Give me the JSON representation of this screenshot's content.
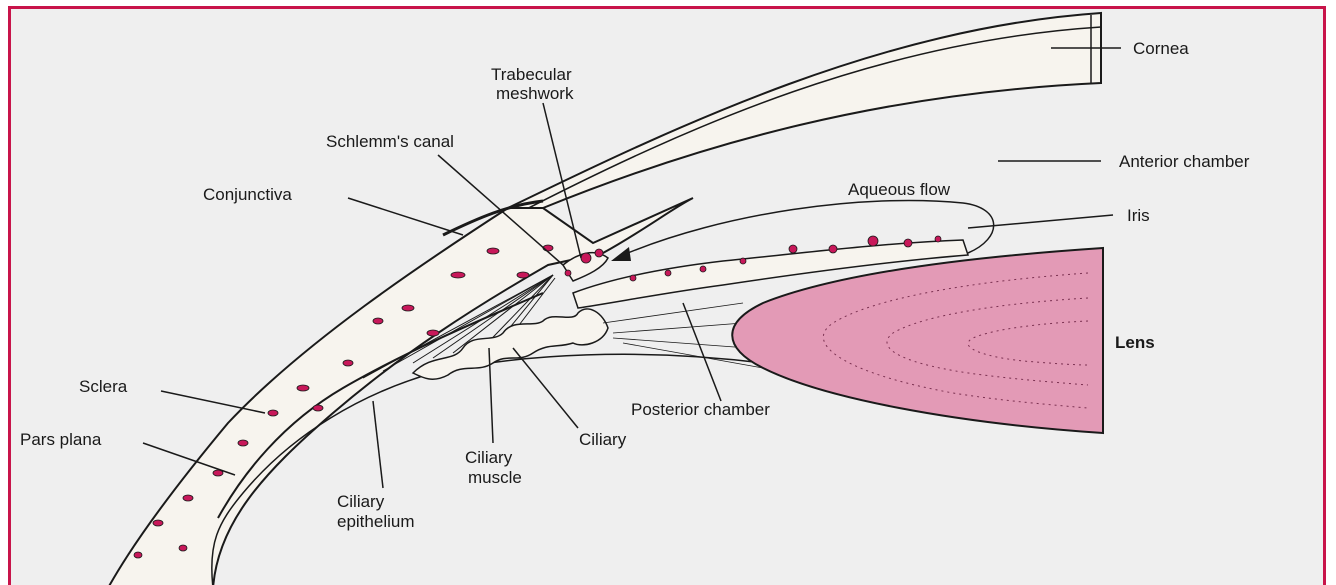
{
  "labels": {
    "cornea": "Cornea",
    "trabecular_1": "Trabecular",
    "trabecular_2": "meshwork",
    "schlemm": "Schlemm's canal",
    "anterior_chamber": "Anterior chamber",
    "conjunctiva": "Conjunctiva",
    "aqueous_flow": "Aqueous flow",
    "iris": "Iris",
    "lens": "Lens",
    "sclera": "Sclera",
    "pars_plana": "Pars plana",
    "posterior_chamber": "Posterior chamber",
    "ciliary": "Ciliary",
    "ciliary_muscle_1": "Ciliary",
    "ciliary_muscle_2": "muscle",
    "ciliary_epithelium_1": "Ciliary",
    "ciliary_epithelium_2": "epithelium"
  },
  "colors": {
    "frame_border": "#c8144a",
    "lens_fill": "#e39ab6",
    "vessel_fill": "#c8185a",
    "tissue_fill": "#f7f4ee",
    "line": "#1a1a1a"
  }
}
